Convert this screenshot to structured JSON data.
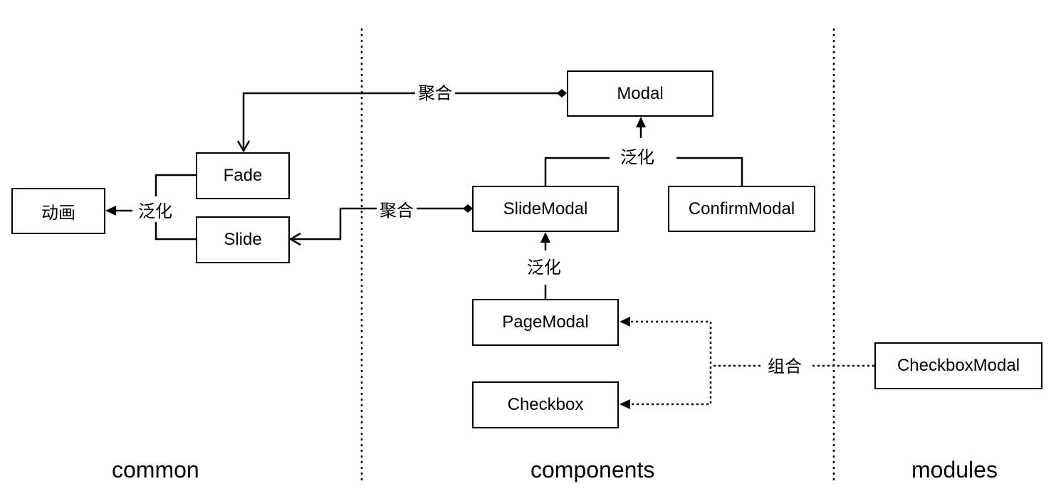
{
  "sections": {
    "common": "common",
    "components": "components",
    "modules": "modules"
  },
  "nodes": {
    "modal": "Modal",
    "fade": "Fade",
    "slide": "Slide",
    "animation": "动画",
    "slide_modal": "SlideModal",
    "confirm_modal": "ConfirmModal",
    "page_modal": "PageModal",
    "checkbox": "Checkbox",
    "checkbox_modal": "CheckboxModal"
  },
  "edge_labels": {
    "aggregation_modal_fade": "聚合",
    "aggregation_slidemodal_slide": "聚合",
    "generalization_animation": "泛化",
    "generalization_modal": "泛化",
    "generalization_slidemodal": "泛化",
    "composition_checkboxmodal": "组合"
  }
}
